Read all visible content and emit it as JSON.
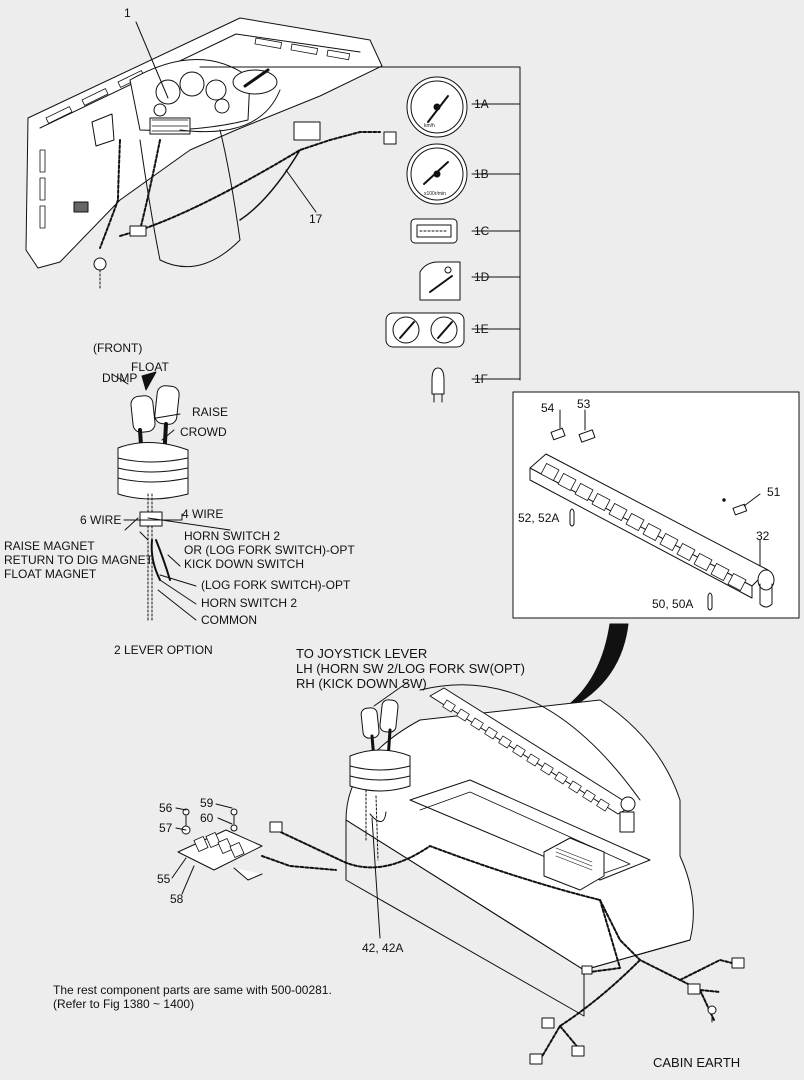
{
  "labels": {
    "n1": "1",
    "n1A": "1A",
    "n1B": "1B",
    "n1C": "1C",
    "n1D": "1D",
    "n1E": "1E",
    "n1F": "1F",
    "n17": "17",
    "front": "(FRONT)",
    "float": "FLOAT",
    "dump": "DUMP",
    "raise": "RAISE",
    "crowd": "CROWD",
    "wire6": "6 WIRE",
    "wire4": "4 WIRE",
    "raise_magnet": "RAISE MAGNET",
    "return_magnet": "RETURN TO DIG MAGNET",
    "float_magnet": "FLOAT MAGNET",
    "horn_sw2_line1": "HORN SWITCH 2",
    "horn_sw2_line2": "OR (LOG FORK SWITCH)-OPT",
    "kick_down": "KICK DOWN SWITCH",
    "log_fork": "(LOG FORK SWITCH)-OPT",
    "horn_sw2": "HORN SWITCH 2",
    "common": "COMMON",
    "two_lever": "2 LEVER OPTION",
    "n54": "54",
    "n53": "53",
    "n51": "51",
    "n32": "32",
    "n52": "52, 52A",
    "n50": "50, 50A",
    "joystick_1": "TO JOYSTICK LEVER",
    "joystick_2": "LH (HORN SW 2/LOG FORK SW(OPT)",
    "joystick_3": "RH (KICK DOWN SW)",
    "n56": "56",
    "n57": "57",
    "n59": "59",
    "n60": "60",
    "n55": "55",
    "n58": "58",
    "n42": "42, 42A",
    "cabin_earth": "CABIN EARTH",
    "note_1": "The rest component parts are same with 500-00281.",
    "note_2": "(Refer to Fig 1380 ~ 1400)",
    "gauge_a_unit": "km/h",
    "gauge_b_unit": "x100r/min"
  },
  "colors": {
    "background": "#ededed",
    "line": "#111111",
    "fill": "#ffffff",
    "shade": "#555555"
  }
}
